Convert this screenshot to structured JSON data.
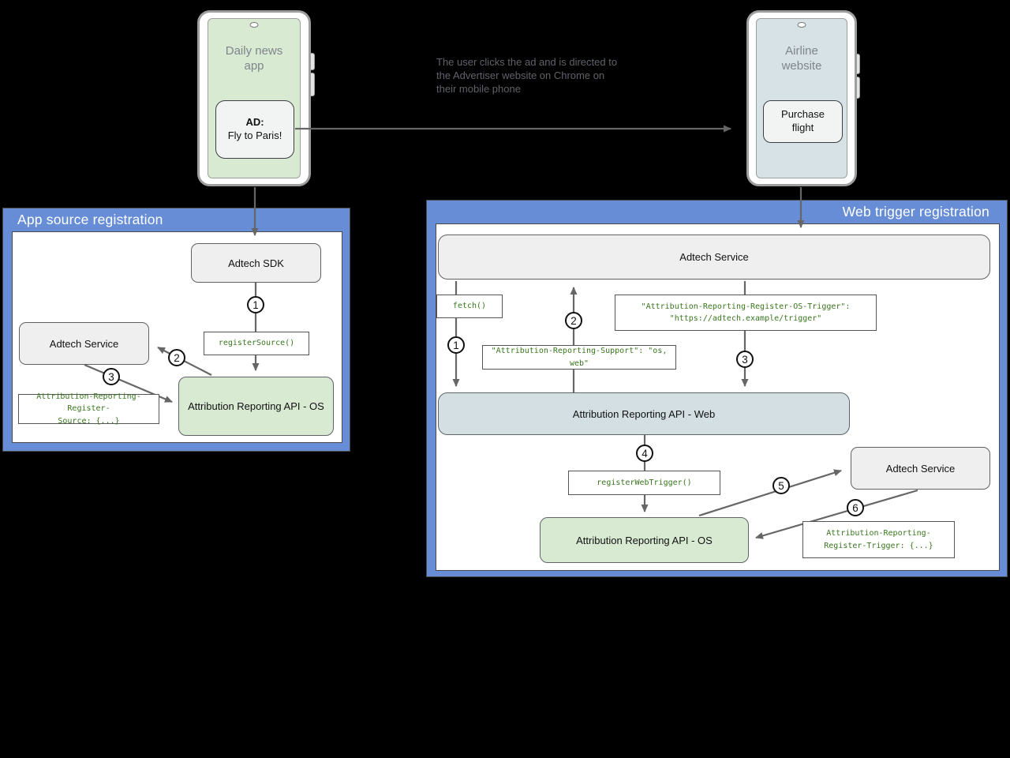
{
  "colors": {
    "panel_blue": "#668DD6",
    "green_box": "#D9EAD3",
    "blue_box": "#D3DFE3",
    "gray_box": "#EFEFEF",
    "code_green": "#38761D",
    "arrow_gray": "#666666",
    "background": "#000000"
  },
  "phones": {
    "left": {
      "app_title": "Daily news app",
      "ad_label_bold": "AD:",
      "ad_label": "Fly to Paris!"
    },
    "right": {
      "site_title": "Airline website",
      "button_label": "Purchase flight"
    }
  },
  "annotation": "The user clicks the ad and is directed to the Advertiser website on Chrome on their mobile phone",
  "left_panel": {
    "title": "App source registration",
    "nodes": {
      "adtech_sdk": "Adtech SDK",
      "register_source": "registerSource()",
      "adtech_service": "Adtech Service",
      "register_source_header": "Attribution-Reporting-Register-\nSource: {...}",
      "api_os": "Attribution Reporting API - OS"
    },
    "steps": [
      "1",
      "2",
      "3"
    ]
  },
  "right_panel": {
    "title": "Web trigger registration",
    "nodes": {
      "adtech_service_top": "Adtech Service",
      "fetch": "fetch()",
      "os_trigger_header": "\"Attribution-Reporting-Register-OS-Trigger\":\n\"https://adtech.example/trigger\"",
      "support_header": "\"Attribution-Reporting-Support\": \"os, web\"",
      "api_web": "Attribution Reporting API - Web",
      "register_web_trigger": "registerWebTrigger()",
      "adtech_service_right": "Adtech Service",
      "api_os": "Attribution Reporting API - OS",
      "register_trigger_header": "Attribution-Reporting-\nRegister-Trigger: {...}"
    },
    "steps": [
      "1",
      "2",
      "3",
      "4",
      "5",
      "6"
    ]
  }
}
